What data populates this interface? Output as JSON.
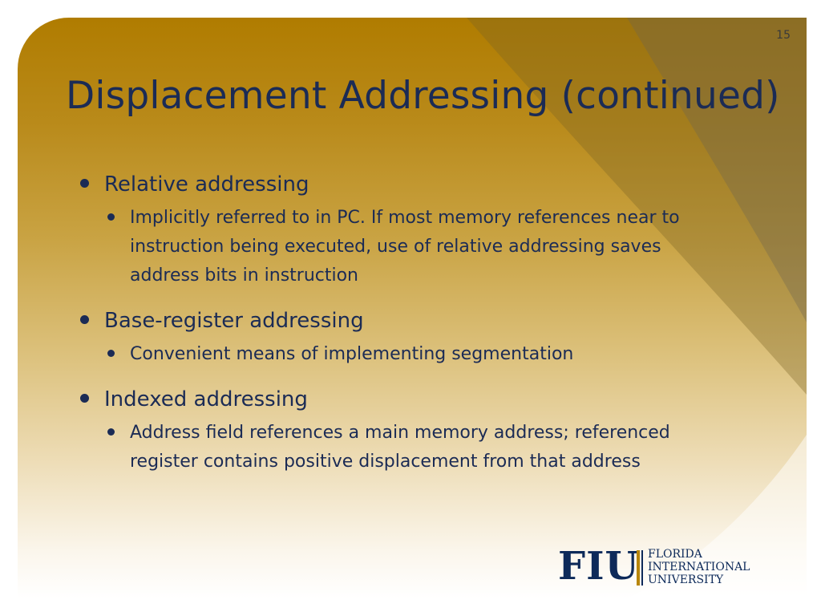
{
  "slide": {
    "number": "15",
    "title": "Displacement Addressing (continued)",
    "bullets": [
      {
        "label": "Relative addressing",
        "sub": [
          "Implicitly referred to in PC. If most memory references near to instruction being executed, use of relative addressing saves address bits in instruction"
        ]
      },
      {
        "label": "Base-register addressing",
        "sub": [
          "Convenient means of implementing segmentation"
        ]
      },
      {
        "label": "Indexed addressing",
        "sub": [
          "Address field references a main memory address; referenced register contains positive displacement from that address"
        ]
      }
    ]
  },
  "logo": {
    "mark": "FIU",
    "line1": "FLORIDA",
    "line2": "INTERNATIONAL",
    "line3": "UNIVERSITY"
  },
  "colors": {
    "title": "#1b2b55",
    "background_top": "#b07c00",
    "background_bottom": "#ffffff",
    "logo_blue": "#0d2a5a",
    "logo_gold": "#b8860b"
  }
}
